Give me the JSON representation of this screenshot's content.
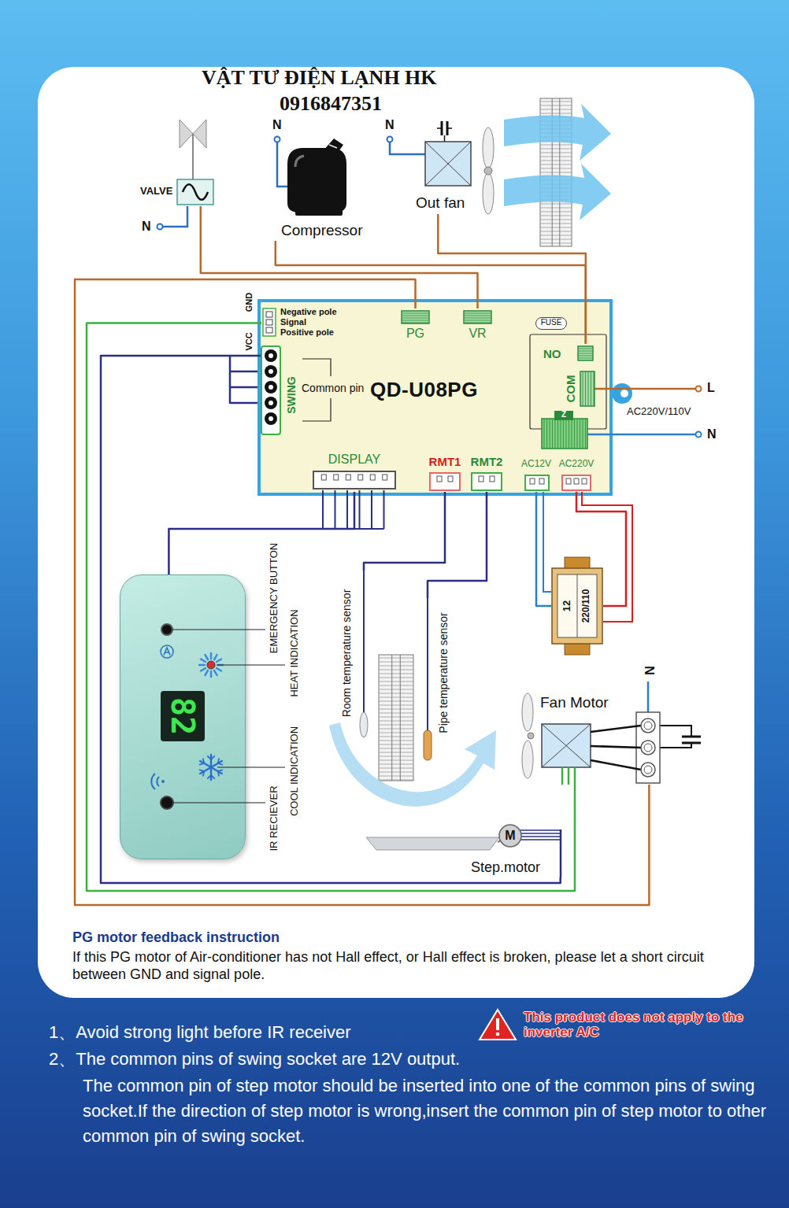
{
  "diagram": {
    "nodes": [
      {
        "text": [
          "VALVE"
        ]
      },
      {
        "text": [
          "Compressor"
        ]
      },
      {
        "text": [
          "Out fan"
        ]
      },
      {
        "text": [
          "QD-U08PG"
        ]
      },
      {
        "text": [
          "PG"
        ],
        "in": 3
      },
      {
        "text": [
          "VR"
        ],
        "in": 3
      },
      {
        "text": [
          "FUSE"
        ],
        "in": 3
      },
      {
        "text": [
          "NO"
        ],
        "in": 3
      },
      {
        "text": [
          "COM"
        ],
        "in": 3
      },
      {
        "text": [
          "Negative pole",
          "Signal",
          "Positive pole"
        ],
        "in": 3
      },
      {
        "text": [
          "SWING"
        ],
        "in": 3
      },
      {
        "text": [
          "DISPLAY"
        ],
        "in": 3
      },
      {
        "text": [
          "RMT1"
        ],
        "in": 3
      },
      {
        "text": [
          "RMT2"
        ],
        "in": 3
      },
      {
        "text": [
          "AC12V"
        ],
        "in": 3
      },
      {
        "text": [
          "AC220V"
        ],
        "in": 3
      },
      {
        "text": [
          "Z"
        ],
        "in": 3
      },
      {
        "text": [
          "12",
          "220/110"
        ]
      },
      {
        "text": [
          "82"
        ]
      },
      {
        "text": [
          "Room temperature sensor"
        ]
      },
      {
        "text": [
          "Pipe temperature sensor"
        ]
      },
      {
        "text": [
          "Fan Motor"
        ]
      },
      {
        "text": [
          "M",
          "Step.motor"
        ]
      }
    ],
    "edges": [
      {
        "from": 0,
        "to": 5,
        "arrow": "none"
      },
      {
        "from": 1,
        "to": 7,
        "arrow": "none"
      },
      {
        "from": 2,
        "to": 7,
        "arrow": "none"
      },
      {
        "from": 4,
        "to": 21,
        "arrow": "none"
      },
      {
        "from": 9,
        "to": 21,
        "arrow": "none"
      },
      {
        "from": 10,
        "to": 22,
        "arrow": "none"
      },
      {
        "from": 11,
        "to": 18,
        "arrow": "none"
      },
      {
        "from": 12,
        "to": 19,
        "arrow": "none"
      },
      {
        "from": 13,
        "to": 20,
        "arrow": "none"
      },
      {
        "from": 14,
        "to": 17,
        "arrow": "none"
      },
      {
        "from": 15,
        "to": 17,
        "arrow": "none"
      }
    ],
    "labels": [
      "VẬT TƯ ĐIỆN LẠNH HK",
      "0916847351",
      "N",
      "N",
      "N",
      "GND",
      "VCC",
      "Common pin",
      "L",
      "AC220V/110V",
      "N",
      "EMERGENCY BUTTON",
      "HEAT INDICATION",
      "COOL INDICATION",
      "IR RECIEVER",
      "N",
      "PG motor feedback instruction",
      "If this PG motor of Air-conditioner has not Hall effect, or Hall effect is broken, please let a short circuit between GND and signal pole.",
      "1、Avoid strong light before IR receiver",
      "This product does not apply to the inverter A/C",
      "2、The common pins of swing socket are 12V output.",
      "The common pin of step motor should be inserted into one of the common pins of swing socket.If the direction of step motor is wrong,insert the common pin of step motor to other common pin of swing socket."
    ]
  }
}
